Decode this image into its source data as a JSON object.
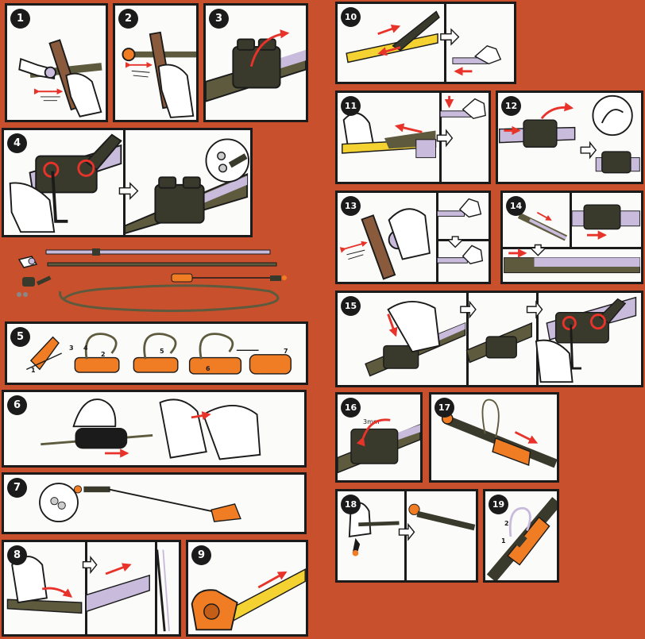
{
  "colors": {
    "background": "#c9502c",
    "panel": "#fbfbfa",
    "outline": "#1b1b1b",
    "arrow": "#e8332b",
    "orange": "#f07d24",
    "pole_dark": "#3a3a2c",
    "pole_purple": "#c8bbdc",
    "pole_olive": "#5d5a3e"
  },
  "steps": [
    {
      "number": "1"
    },
    {
      "number": "2"
    },
    {
      "number": "3"
    },
    {
      "number": "4"
    },
    {
      "number": "5",
      "labels": [
        "1",
        "2",
        "3",
        "4",
        "5",
        "6",
        "7"
      ]
    },
    {
      "number": "6"
    },
    {
      "number": "7"
    },
    {
      "number": "8"
    },
    {
      "number": "9"
    },
    {
      "number": "10"
    },
    {
      "number": "11"
    },
    {
      "number": "12"
    },
    {
      "number": "13"
    },
    {
      "number": "14"
    },
    {
      "number": "15"
    },
    {
      "number": "16",
      "note": "3mm"
    },
    {
      "number": "17"
    },
    {
      "number": "18"
    },
    {
      "number": "19",
      "labels": [
        "1",
        "2"
      ]
    }
  ],
  "icons": [
    "hand-icon",
    "pruner-head-icon",
    "knife-icon",
    "clamp-icon",
    "hex-key-icon",
    "cam-lever-icon",
    "telescopic-pole-icon",
    "cord-icon",
    "handle-grip-icon",
    "tape-measure-icon",
    "red-arrow-icon",
    "rotate-arrow-icon",
    "flow-arrow-icon"
  ]
}
